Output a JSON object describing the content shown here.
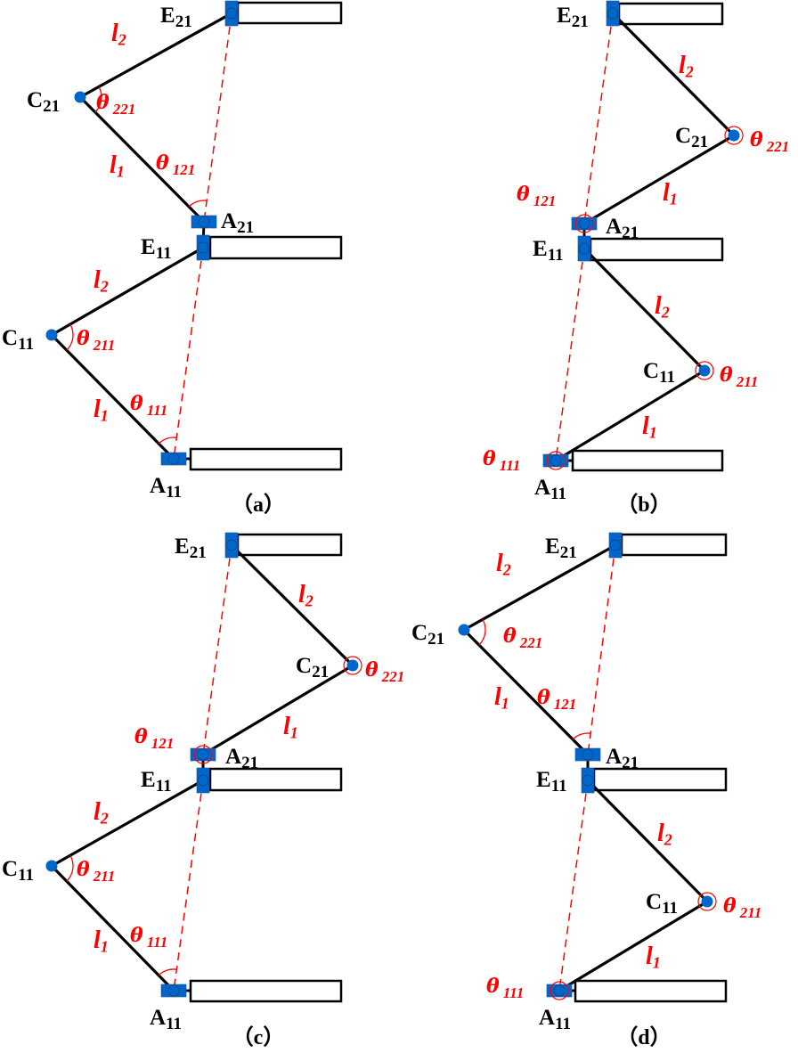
{
  "colors": {
    "link": "#000000",
    "joint": "#0066cc",
    "annotation": "#ff0000",
    "platform": "#ffffff"
  },
  "panels": [
    {
      "id": "a",
      "caption": "（a）",
      "configuration": "both elbows pointing left (C outward left), interior angles",
      "points": {
        "E21": {
          "label": "E",
          "sub": "21"
        },
        "C21": {
          "label": "C",
          "sub": "21"
        },
        "A21": {
          "label": "A",
          "sub": "21"
        },
        "E11": {
          "label": "E",
          "sub": "11"
        },
        "C11": {
          "label": "C",
          "sub": "11"
        },
        "A11": {
          "label": "A",
          "sub": "11"
        }
      },
      "links": [
        {
          "label": "l",
          "sub": "2",
          "from": "C21",
          "to": "E21"
        },
        {
          "label": "l",
          "sub": "1",
          "from": "A21",
          "to": "C21"
        },
        {
          "label": "l",
          "sub": "2",
          "from": "C11",
          "to": "E11"
        },
        {
          "label": "l",
          "sub": "1",
          "from": "A11",
          "to": "C11"
        }
      ],
      "angles": [
        {
          "symbol": "θ",
          "sub": "221",
          "at": "C21"
        },
        {
          "symbol": "θ",
          "sub": "121",
          "at": "A21"
        },
        {
          "symbol": "θ",
          "sub": "211",
          "at": "C11"
        },
        {
          "symbol": "θ",
          "sub": "111",
          "at": "A11"
        }
      ]
    },
    {
      "id": "b",
      "caption": "（b）",
      "configuration": "both elbows pointing right, reflex angles",
      "points": {
        "E21": {
          "label": "E",
          "sub": "21"
        },
        "C21": {
          "label": "C",
          "sub": "21"
        },
        "A21": {
          "label": "A",
          "sub": "21"
        },
        "E11": {
          "label": "E",
          "sub": "11"
        },
        "C11": {
          "label": "C",
          "sub": "11"
        },
        "A11": {
          "label": "A",
          "sub": "11"
        }
      },
      "links": [
        {
          "label": "l",
          "sub": "2"
        },
        {
          "label": "l",
          "sub": "1"
        },
        {
          "label": "l",
          "sub": "2"
        },
        {
          "label": "l",
          "sub": "1"
        }
      ],
      "angles": [
        {
          "symbol": "θ",
          "sub": "221"
        },
        {
          "symbol": "θ",
          "sub": "121"
        },
        {
          "symbol": "θ",
          "sub": "211"
        },
        {
          "symbol": "θ",
          "sub": "111"
        }
      ]
    },
    {
      "id": "c",
      "caption": "（c）",
      "configuration": "upper elbow right, lower elbow left",
      "points": {
        "E21": {
          "label": "E",
          "sub": "21"
        },
        "C21": {
          "label": "C",
          "sub": "21"
        },
        "A21": {
          "label": "A",
          "sub": "21"
        },
        "E11": {
          "label": "E",
          "sub": "11"
        },
        "C11": {
          "label": "C",
          "sub": "11"
        },
        "A11": {
          "label": "A",
          "sub": "11"
        }
      },
      "links": [
        {
          "label": "l",
          "sub": "2"
        },
        {
          "label": "l",
          "sub": "1"
        },
        {
          "label": "l",
          "sub": "2"
        },
        {
          "label": "l",
          "sub": "1"
        }
      ],
      "angles": [
        {
          "symbol": "θ",
          "sub": "221"
        },
        {
          "symbol": "θ",
          "sub": "121"
        },
        {
          "symbol": "θ",
          "sub": "211"
        },
        {
          "symbol": "θ",
          "sub": "111"
        }
      ]
    },
    {
      "id": "d",
      "caption": "（d）",
      "configuration": "upper elbow left, lower elbow right",
      "points": {
        "E21": {
          "label": "E",
          "sub": "21"
        },
        "C21": {
          "label": "C",
          "sub": "21"
        },
        "A21": {
          "label": "A",
          "sub": "21"
        },
        "E11": {
          "label": "E",
          "sub": "11"
        },
        "C11": {
          "label": "C",
          "sub": "11"
        },
        "A11": {
          "label": "A",
          "sub": "11"
        }
      },
      "links": [
        {
          "label": "l",
          "sub": "2"
        },
        {
          "label": "l",
          "sub": "1"
        },
        {
          "label": "l",
          "sub": "2"
        },
        {
          "label": "l",
          "sub": "1"
        }
      ],
      "angles": [
        {
          "symbol": "θ",
          "sub": "221"
        },
        {
          "symbol": "θ",
          "sub": "121"
        },
        {
          "symbol": "θ",
          "sub": "211"
        },
        {
          "symbol": "θ",
          "sub": "111"
        }
      ]
    }
  ]
}
